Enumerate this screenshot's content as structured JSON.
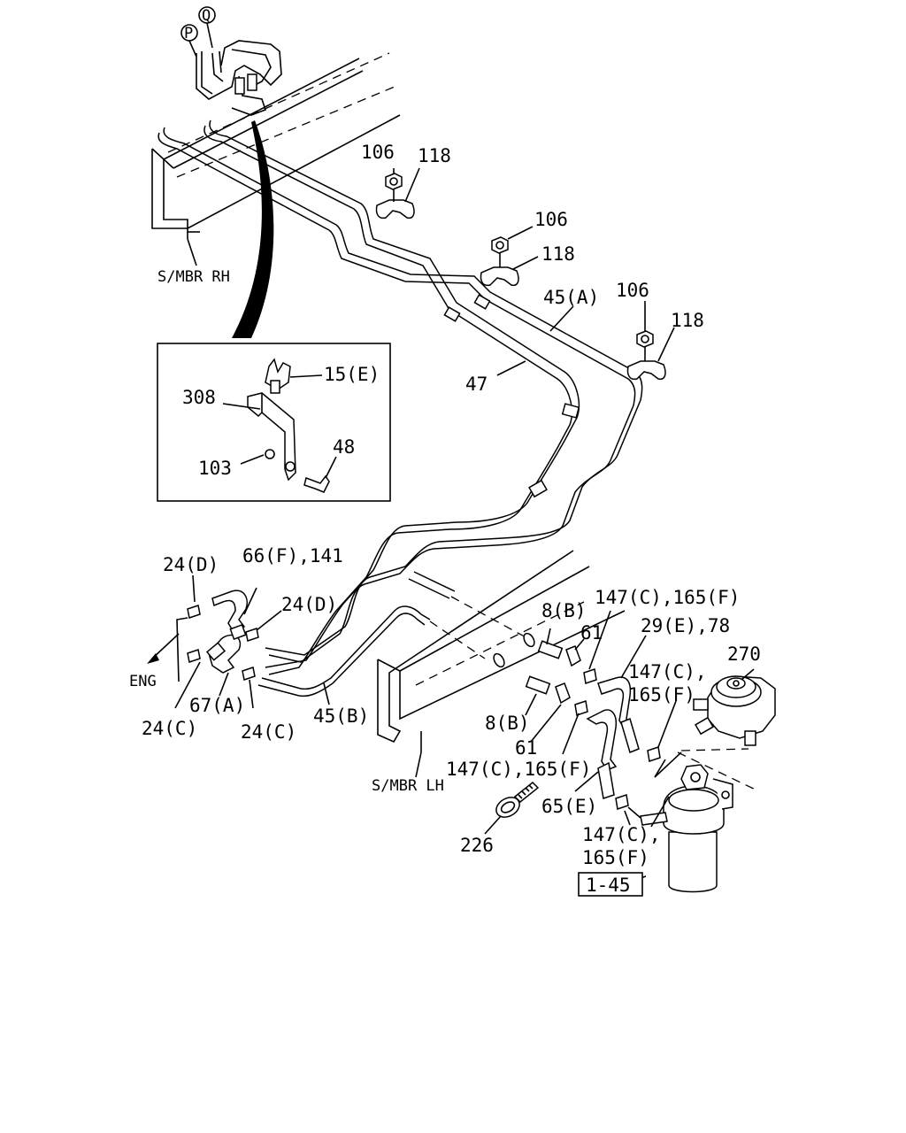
{
  "labels": {
    "p": "P",
    "q": "Q",
    "s_mbr_rh": "S/MBR RH",
    "s_mbr_lh": "S/MBR LH",
    "eng": "ENG",
    "l106a": "106",
    "l118a": "118",
    "l106b": "106",
    "l118b": "118",
    "l106c": "106",
    "l118c": "118",
    "l45a": "45(A)",
    "l47": "47",
    "l15e": "15(E)",
    "l308": "308",
    "l48": "48",
    "l103": "103",
    "l24d_a": "24(D)",
    "l66f": "66(F),141",
    "l24d_b": "24(D)",
    "l67a": "67(A)",
    "l24c_a": "24(C)",
    "l24c_b": "24(C)",
    "l45b": "45(B)",
    "l8b_a": "8(B)",
    "l61_a": "61",
    "l147_a": "147(C),165(F)",
    "l29e": "29(E),78",
    "l270": "270",
    "l147_b1": "147(C),",
    "l147_b2": "165(F)",
    "l8b_b": "8(B)",
    "l61_b": "61",
    "l147_c": "147(C),165(F)",
    "l65e": "65(E)",
    "l226": "226",
    "l147_d1": "147(C),",
    "l147_d2": "165(F)",
    "l1_45": "1-45"
  }
}
